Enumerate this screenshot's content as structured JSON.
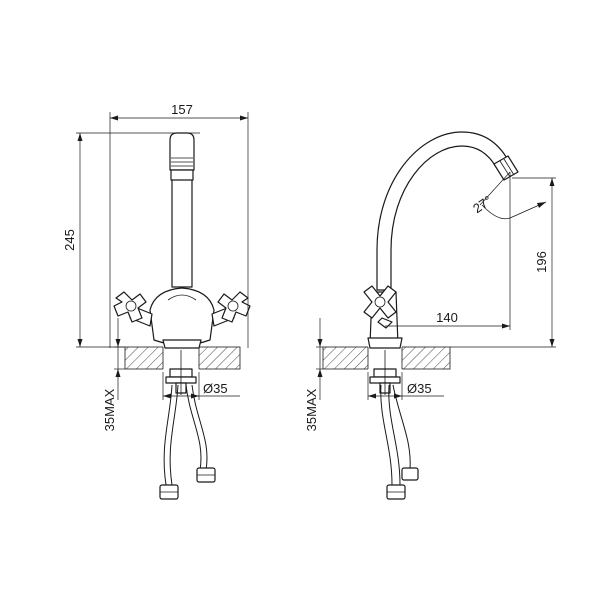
{
  "front_view": {
    "width_label": "157",
    "height_label": "245",
    "diameter_label": "Ø35",
    "max_thickness_label": "35MAX"
  },
  "side_view": {
    "spout_height_label": "196",
    "reach_label": "140",
    "angle_label": "27°",
    "diameter_label": "Ø35",
    "max_thickness_label": "35MAX"
  }
}
